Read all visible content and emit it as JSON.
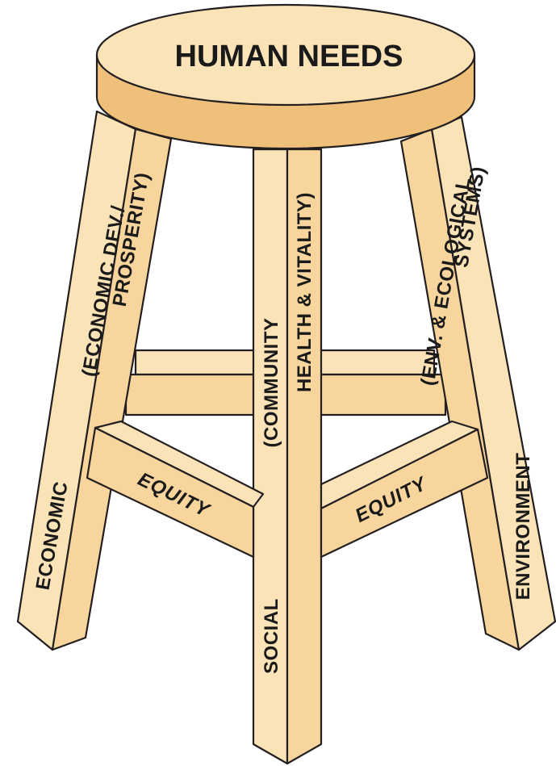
{
  "seat": {
    "label": "HUMAN NEEDS"
  },
  "legs": {
    "left_outer": "ECONOMIC",
    "left_inner_line1": "(ECONOMIC DEV./",
    "left_inner_line2": "PROSPERITY)",
    "center_outer": "SOCIAL",
    "center_inner_line1": "(COMMUNITY",
    "center_inner_line2": "HEALTH & VITALITY)",
    "right_inner_line1": "(ENV. & ECOLOGICAL",
    "right_inner_line2": "SYSTEMS)",
    "right_outer": "ENVIRONMENT"
  },
  "rungs": {
    "left": "EQUITY",
    "right": "EQUITY"
  },
  "colors": {
    "wood_light": "#fbe3b8",
    "wood_mid": "#f7d59c",
    "wood_dark": "#efc07a",
    "outline": "#231f20"
  }
}
